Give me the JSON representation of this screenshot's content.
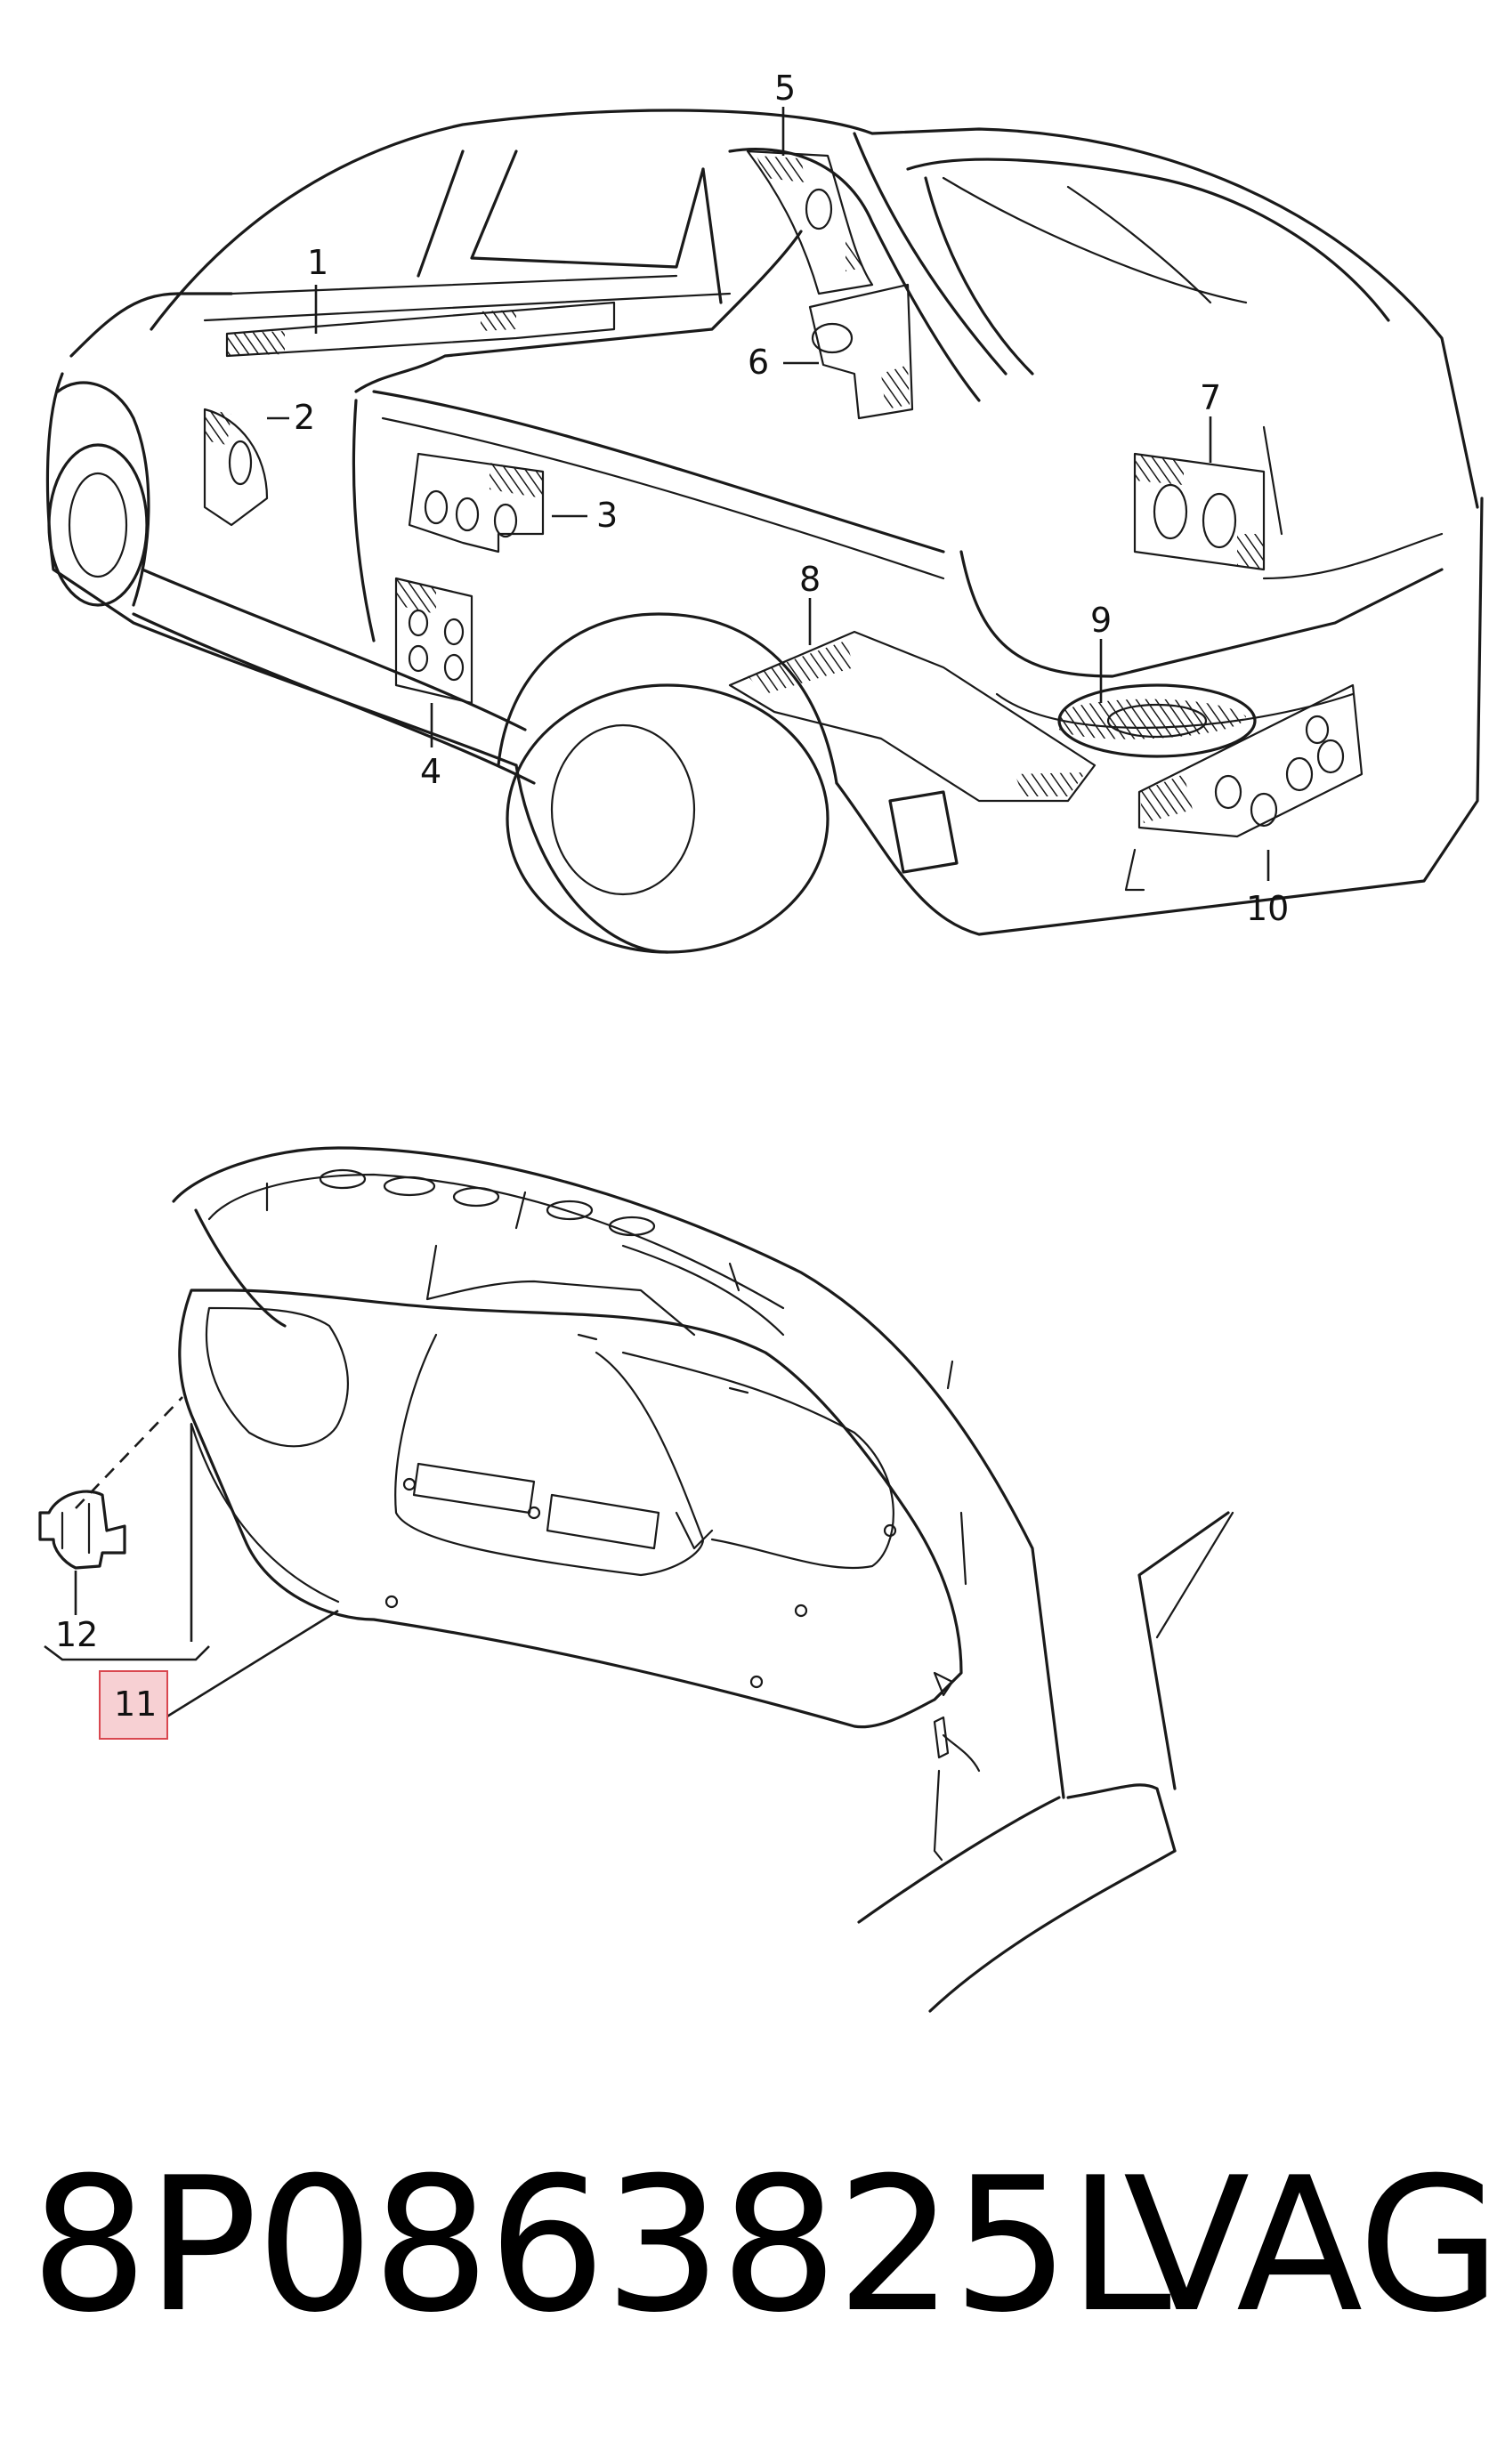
{
  "callouts": [
    "1",
    "2",
    "3",
    "4",
    "5",
    "6",
    "7",
    "8",
    "9",
    "10",
    "11",
    "12"
  ],
  "highlighted_callout": "11",
  "highlight_fill": "#f7d0d3",
  "highlight_stroke": "#d9474f",
  "part_number": "8P0863825L",
  "brand": "VAG"
}
